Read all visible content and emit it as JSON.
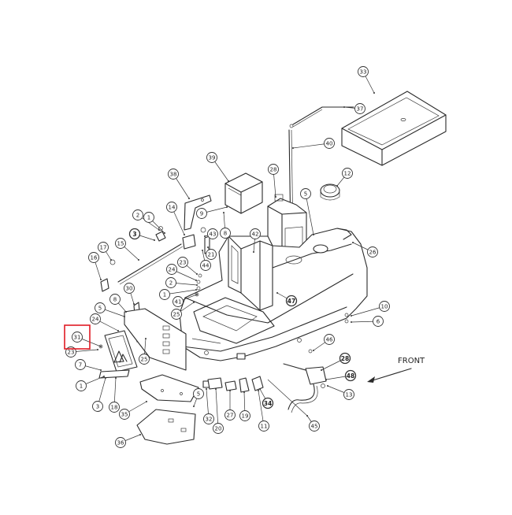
{
  "diagram": {
    "front_label": "FRONT",
    "highlight_color": "#e01b24",
    "highlighted_callout": "31",
    "callouts": [
      {
        "id": "c33",
        "label": "33",
        "bold": false
      },
      {
        "id": "c37",
        "label": "37",
        "bold": false
      },
      {
        "id": "c40",
        "label": "40",
        "bold": false
      },
      {
        "id": "c39",
        "label": "39",
        "bold": false
      },
      {
        "id": "c28a",
        "label": "28",
        "bold": false
      },
      {
        "id": "c12",
        "label": "12",
        "bold": false
      },
      {
        "id": "c38",
        "label": "38",
        "bold": false
      },
      {
        "id": "c5a",
        "label": "5",
        "bold": false
      },
      {
        "id": "c14",
        "label": "14",
        "bold": false
      },
      {
        "id": "c9",
        "label": "9",
        "bold": false
      },
      {
        "id": "c2a",
        "label": "2",
        "bold": false
      },
      {
        "id": "c1a",
        "label": "1",
        "bold": false
      },
      {
        "id": "c8a",
        "label": "8",
        "bold": false
      },
      {
        "id": "c3a",
        "label": "3",
        "bold": true
      },
      {
        "id": "c43",
        "label": "43",
        "bold": false
      },
      {
        "id": "c42",
        "label": "42",
        "bold": false
      },
      {
        "id": "c26",
        "label": "26",
        "bold": false
      },
      {
        "id": "c17",
        "label": "17",
        "bold": false
      },
      {
        "id": "c15",
        "label": "15",
        "bold": false
      },
      {
        "id": "c44",
        "label": "44",
        "bold": false
      },
      {
        "id": "c21",
        "label": "21",
        "bold": false
      },
      {
        "id": "c23a",
        "label": "23",
        "bold": false
      },
      {
        "id": "c16",
        "label": "16",
        "bold": false
      },
      {
        "id": "c24a",
        "label": "24",
        "bold": false
      },
      {
        "id": "c2b",
        "label": "2",
        "bold": false
      },
      {
        "id": "c30",
        "label": "30",
        "bold": false
      },
      {
        "id": "c1b",
        "label": "1",
        "bold": false
      },
      {
        "id": "c41",
        "label": "41",
        "bold": false
      },
      {
        "id": "c47",
        "label": "47",
        "bold": true
      },
      {
        "id": "c25a",
        "label": "25",
        "bold": false
      },
      {
        "id": "c8b",
        "label": "8",
        "bold": false
      },
      {
        "id": "c5b",
        "label": "5",
        "bold": false
      },
      {
        "id": "c24b",
        "label": "24",
        "bold": false
      },
      {
        "id": "c10",
        "label": "10",
        "bold": false
      },
      {
        "id": "c6",
        "label": "6",
        "bold": false
      },
      {
        "id": "c31",
        "label": "31",
        "bold": false
      },
      {
        "id": "c23b",
        "label": "23",
        "bold": false
      },
      {
        "id": "c25b",
        "label": "25",
        "bold": false
      },
      {
        "id": "c46",
        "label": "46",
        "bold": false
      },
      {
        "id": "c28b",
        "label": "28",
        "bold": true
      },
      {
        "id": "c7",
        "label": "7",
        "bold": false
      },
      {
        "id": "c48",
        "label": "48",
        "bold": true
      },
      {
        "id": "c1c",
        "label": "1",
        "bold": false
      },
      {
        "id": "c13",
        "label": "13",
        "bold": false
      },
      {
        "id": "c5c",
        "label": "5",
        "bold": false
      },
      {
        "id": "c3b",
        "label": "3",
        "bold": false
      },
      {
        "id": "c18",
        "label": "18",
        "bold": false
      },
      {
        "id": "c35",
        "label": "35",
        "bold": false
      },
      {
        "id": "c32",
        "label": "32",
        "bold": false
      },
      {
        "id": "c27",
        "label": "27",
        "bold": false
      },
      {
        "id": "c19",
        "label": "19",
        "bold": false
      },
      {
        "id": "c34",
        "label": "34",
        "bold": true
      },
      {
        "id": "c20",
        "label": "20",
        "bold": false
      },
      {
        "id": "c11",
        "label": "11",
        "bold": false
      },
      {
        "id": "c45",
        "label": "45",
        "bold": false
      },
      {
        "id": "c36",
        "label": "36",
        "bold": false
      }
    ]
  }
}
